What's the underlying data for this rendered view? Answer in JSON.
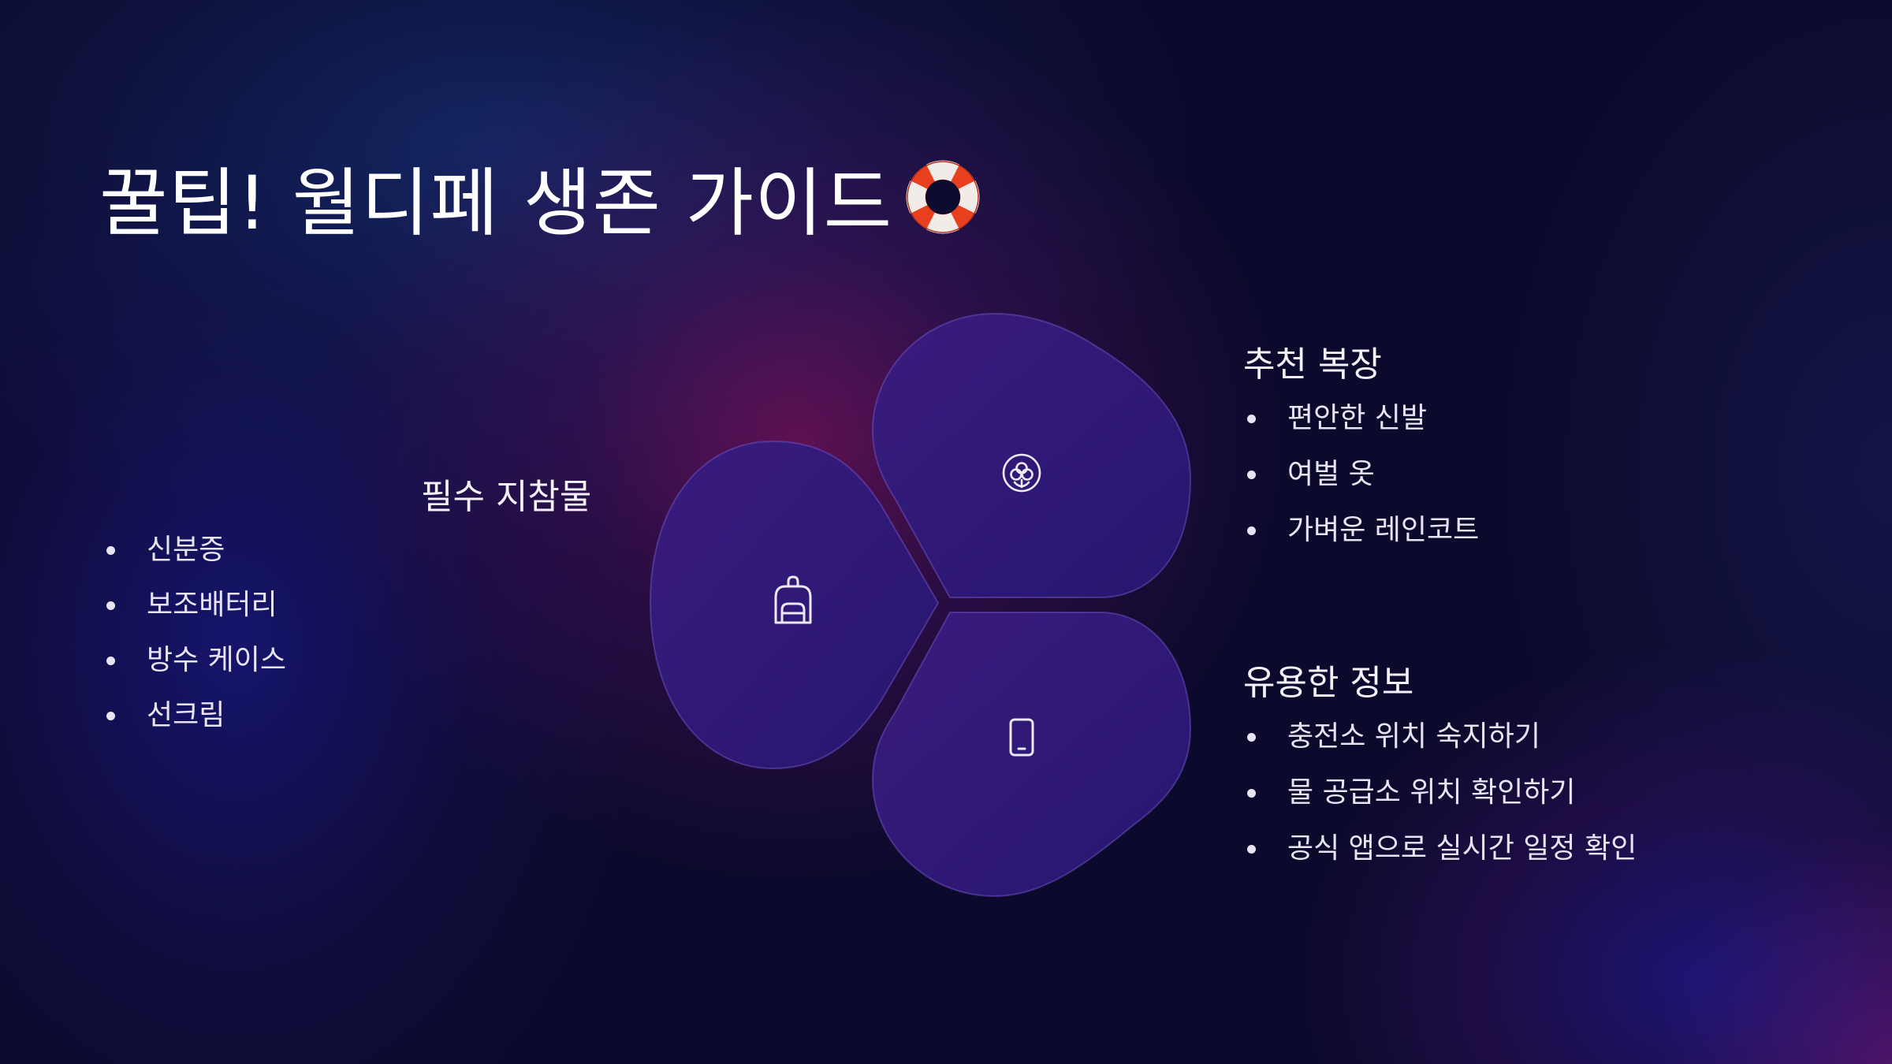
{
  "title": "꿀팁! 월디페 생존 가이드",
  "title_emoji_icon": "lifebuoy-icon",
  "colors": {
    "background": "#0c0a2c",
    "petal_fill": "#2c1873",
    "petal_stroke": "#6a4fbd",
    "text": "#f2effa",
    "lifebuoy_red": "#e8401f"
  },
  "essentials": {
    "heading": "필수 지참물",
    "icon": "backpack-icon",
    "items": [
      "신분증",
      "보조배터리",
      "방수 케이스",
      "선크림"
    ]
  },
  "clothing": {
    "heading": "추천 복장",
    "icon": "cotton-flower-icon",
    "items": [
      "편안한 신발",
      "여벌 옷",
      "가벼운 레인코트"
    ]
  },
  "info": {
    "heading": "유용한 정보",
    "icon": "smartphone-icon",
    "items": [
      "충전소 위치 숙지하기",
      "물 공급소 위치 확인하기",
      "공식 앱으로 실시간 일정 확인"
    ]
  }
}
